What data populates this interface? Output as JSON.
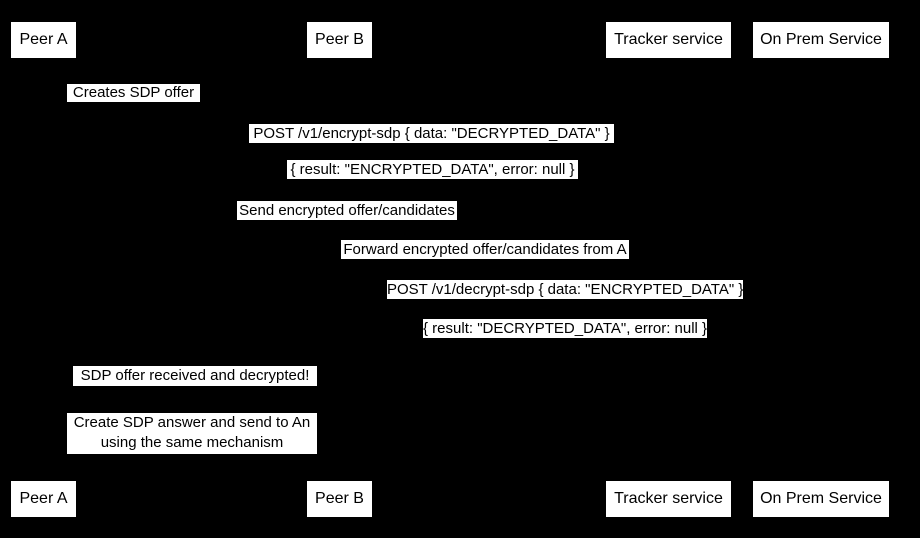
{
  "colors": {
    "background": "#000000",
    "label_background": "#ffffff",
    "label_text": "#000000"
  },
  "participants": [
    {
      "label": "Peer A"
    },
    {
      "label": "Peer B"
    },
    {
      "label": "Tracker service"
    },
    {
      "label": "On Prem Service"
    }
  ],
  "messages": [
    {
      "text": "Creates SDP offer"
    },
    {
      "text": "POST /v1/encrypt-sdp { data: \"DECRYPTED_DATA\" }"
    },
    {
      "text": "{ result: \"ENCRYPTED_DATA\", error: null }"
    },
    {
      "text": "Send encrypted offer/candidates"
    },
    {
      "text": "Forward encrypted offer/candidates from A"
    },
    {
      "text": "POST /v1/decrypt-sdp { data: \"ENCRYPTED_DATA\" }"
    },
    {
      "text": "{ result: \"DECRYPTED_DATA\", error: null }"
    },
    {
      "text": "SDP offer received and decrypted!"
    },
    {
      "text": "Create SDP answer and send to An using the same mechanism"
    }
  ]
}
